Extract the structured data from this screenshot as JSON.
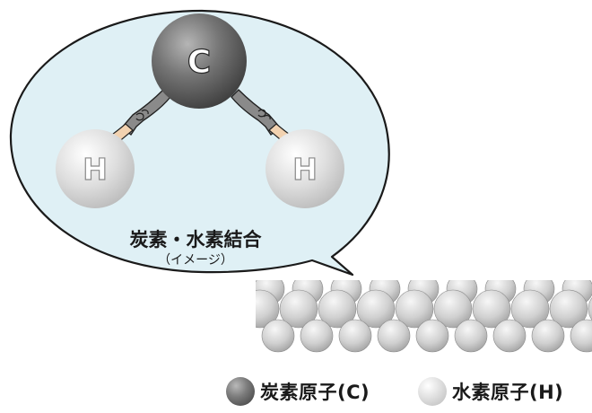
{
  "bubble": {
    "carbon_symbol": "C",
    "hydrogen_symbol": "H",
    "title": "炭素・水素結合",
    "subtitle": "（イメージ）"
  },
  "legend": {
    "carbon_label": "炭素原子(C)",
    "hydrogen_label": "水素原子(H)"
  },
  "colors": {
    "bubble_fill": "#dff0f5",
    "bubble_stroke": "#1a1a1a",
    "carbon": "#5a5a5a",
    "hydrogen": "#d3d3d3",
    "arm": "#f2d2b0"
  }
}
